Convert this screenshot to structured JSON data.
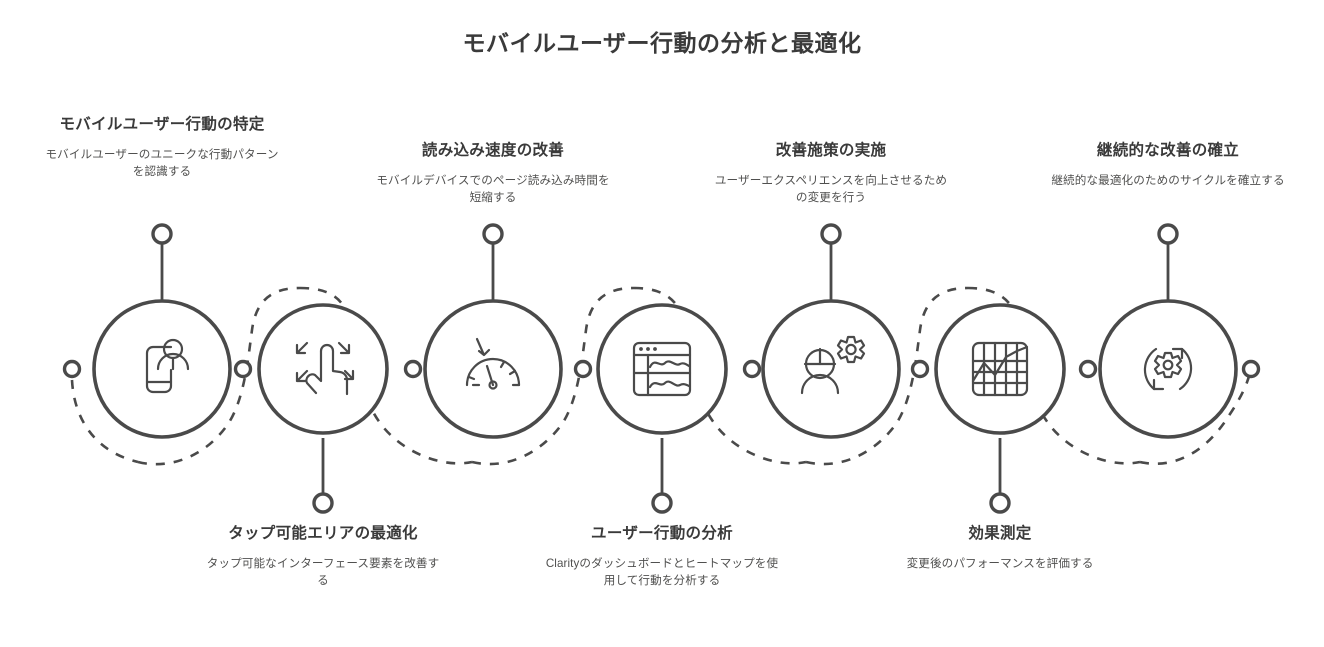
{
  "title": "モバイルユーザー行動の分析と最適化",
  "theme": {
    "background": "#ffffff",
    "stroke": "#4a4a4a",
    "title_color": "#3a3a3a",
    "text_color": "#50504f",
    "dash_color": "#4a4a4a"
  },
  "steps": [
    {
      "title": "モバイルユーザー行動の特定",
      "desc": "モバイルユーザーのユニークな行動パターンを認識する",
      "icon": "mobile-user-icon",
      "position": "top"
    },
    {
      "title": "タップ可能エリアの最適化",
      "desc": "タップ可能なインターフェース要素を改善する",
      "icon": "tap-expand-icon",
      "position": "bottom"
    },
    {
      "title": "読み込み速度の改善",
      "desc": "モバイルデバイスでのページ読み込み時間を短縮する",
      "icon": "speedometer-icon",
      "position": "top"
    },
    {
      "title": "ユーザー行動の分析",
      "desc": "Clarityのダッシュボードとヒートマップを使用して行動を分析する",
      "icon": "dashboard-window-icon",
      "position": "bottom"
    },
    {
      "title": "改善施策の実施",
      "desc": "ユーザーエクスペリエンスを向上させるための変更を行う",
      "icon": "user-settings-icon",
      "position": "top"
    },
    {
      "title": "効果測定",
      "desc": "変更後のパフォーマンスを評価する",
      "icon": "chart-grid-icon",
      "position": "bottom"
    },
    {
      "title": "継続的な改善の確立",
      "desc": "継続的な最適化のためのサイクルを確立する",
      "icon": "cycle-gear-icon",
      "position": "top"
    }
  ]
}
